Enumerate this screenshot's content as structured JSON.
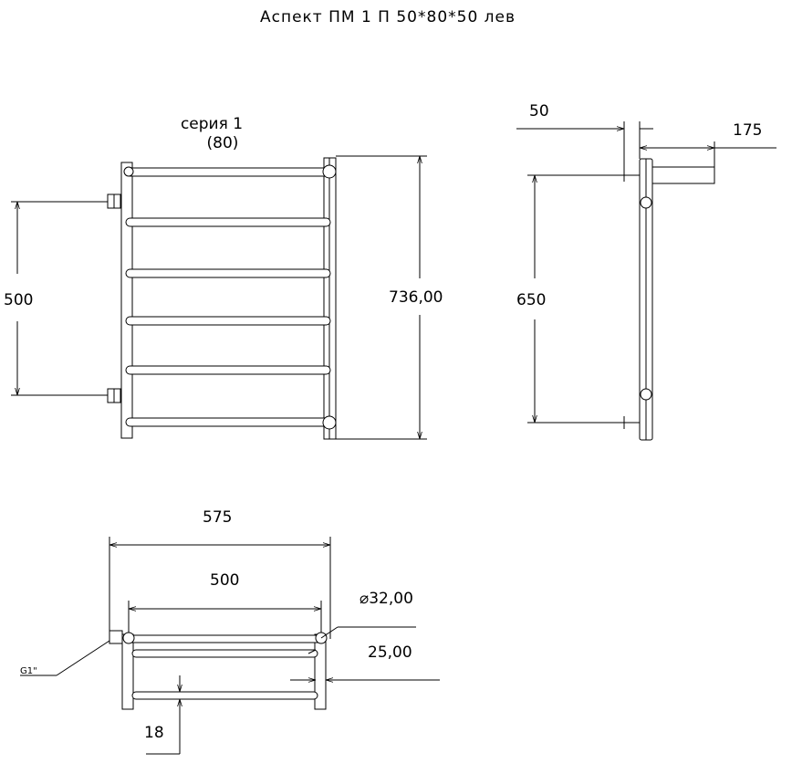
{
  "title": "Аспект ПМ 1 П 50*80*50 лев",
  "front_view": {
    "series_line1": "серия 1",
    "series_line2": "(80)",
    "dim_connection_spacing": "500",
    "dim_total_height": "736,00"
  },
  "side_view": {
    "dim_wall_offset": "50",
    "dim_depth": "175",
    "dim_height": "650"
  },
  "top_view": {
    "dim_total_width": "575",
    "dim_center_spacing": "500",
    "dim_pipe_diameter": "⌀32,00",
    "dim_rail_diameter": "25,00",
    "dim_rail_gap": "18",
    "thread_label": "G1\""
  },
  "colors": {
    "line": "#000000",
    "background": "#ffffff"
  }
}
